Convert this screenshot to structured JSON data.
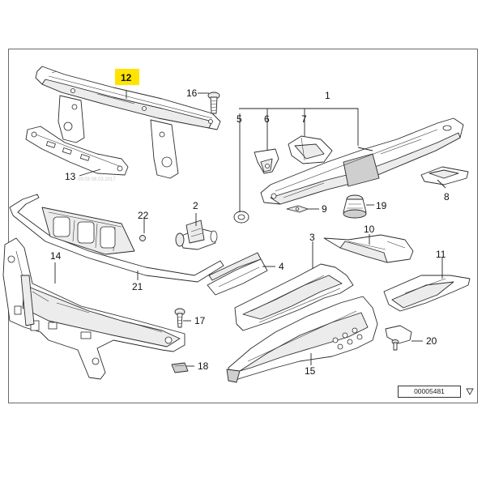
{
  "diagram": {
    "reference_number": "00005481",
    "watermark": "09.03 06.03.2017",
    "highlight_color": "#ffe400",
    "callouts": [
      {
        "id": "1",
        "highlighted": false
      },
      {
        "id": "2",
        "highlighted": false
      },
      {
        "id": "3",
        "highlighted": false
      },
      {
        "id": "4",
        "highlighted": false
      },
      {
        "id": "5",
        "highlighted": false
      },
      {
        "id": "6",
        "highlighted": false
      },
      {
        "id": "7",
        "highlighted": false
      },
      {
        "id": "8",
        "highlighted": false
      },
      {
        "id": "9",
        "highlighted": false
      },
      {
        "id": "10",
        "highlighted": false
      },
      {
        "id": "11",
        "highlighted": false
      },
      {
        "id": "12",
        "highlighted": true
      },
      {
        "id": "13",
        "highlighted": false
      },
      {
        "id": "14",
        "highlighted": false
      },
      {
        "id": "15",
        "highlighted": false
      },
      {
        "id": "16",
        "highlighted": false
      },
      {
        "id": "17",
        "highlighted": false
      },
      {
        "id": "18",
        "highlighted": false
      },
      {
        "id": "19",
        "highlighted": false
      },
      {
        "id": "20",
        "highlighted": false
      },
      {
        "id": "21",
        "highlighted": false
      },
      {
        "id": "22",
        "highlighted": false
      }
    ]
  }
}
